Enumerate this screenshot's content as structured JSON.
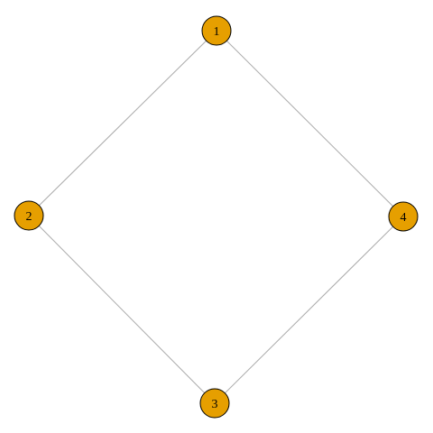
{
  "graph": {
    "node_color": "#e69f00",
    "edge_color": "#aaaaaa",
    "nodes": [
      {
        "id": "1",
        "label": "1"
      },
      {
        "id": "2",
        "label": "2"
      },
      {
        "id": "3",
        "label": "3"
      },
      {
        "id": "4",
        "label": "4"
      }
    ],
    "edges": [
      {
        "source": "1",
        "target": "2"
      },
      {
        "source": "2",
        "target": "3"
      },
      {
        "source": "3",
        "target": "4"
      },
      {
        "source": "4",
        "target": "1"
      }
    ]
  }
}
